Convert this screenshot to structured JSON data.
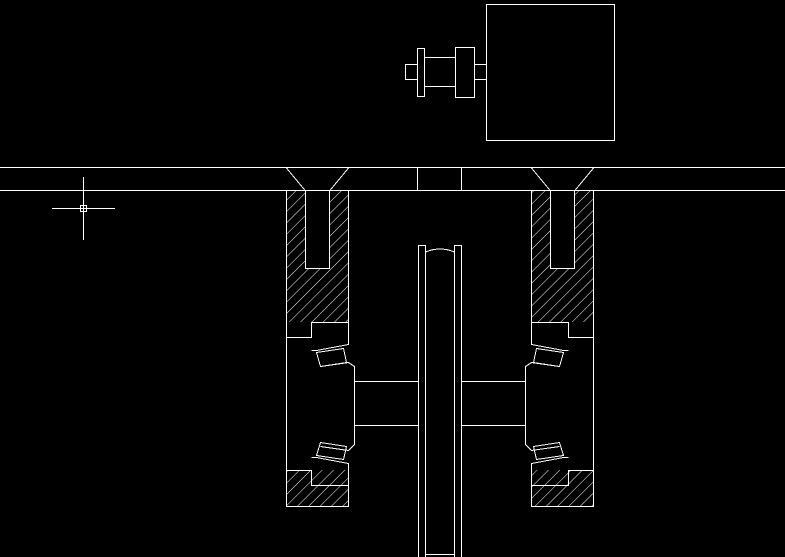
{
  "app": {
    "background_color": "#000000",
    "line_color": "#ffffff",
    "cursor": "crosshair"
  },
  "drawing": {
    "parts": [
      "motor",
      "gear-coupling",
      "rail-beam",
      "left-bearing-housing",
      "right-bearing-housing",
      "wheel-shaft",
      "wheel",
      "left-taper-bearing",
      "right-taper-bearing"
    ]
  }
}
